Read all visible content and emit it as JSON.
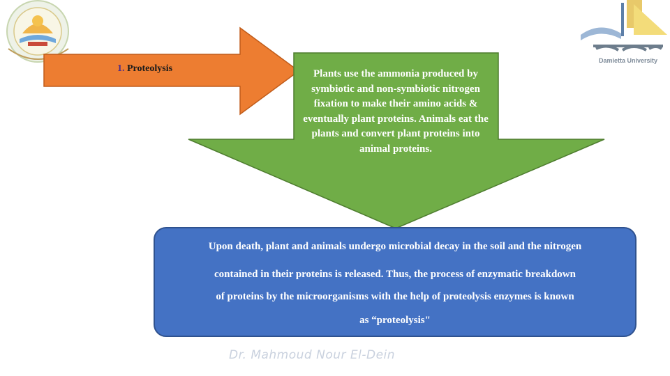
{
  "header": {
    "university_name": "Damietta University"
  },
  "arrow": {
    "number": "1.",
    "label": "Proteolysis",
    "color": "#ed7d31"
  },
  "green_arrow": {
    "text": "Plants use the ammonia produced by symbiotic and non-symbiotic nitrogen fixation to make their amino acids & eventually plant proteins. Animals eat the plants and convert plant proteins into animal proteins.",
    "color": "#70ad47"
  },
  "blue_box": {
    "lines": [
      "Upon death, plant and animals undergo microbial decay in the soil and the nitrogen",
      "contained in their proteins is released. Thus, the process of enzymatic breakdown",
      "of proteins by the microorganisms with the help of proteolysis enzymes is known",
      "as “proteolysis\""
    ],
    "color": "#4472c4"
  },
  "footer": {
    "author": "Dr. Mahmoud Nour El-Dein"
  }
}
